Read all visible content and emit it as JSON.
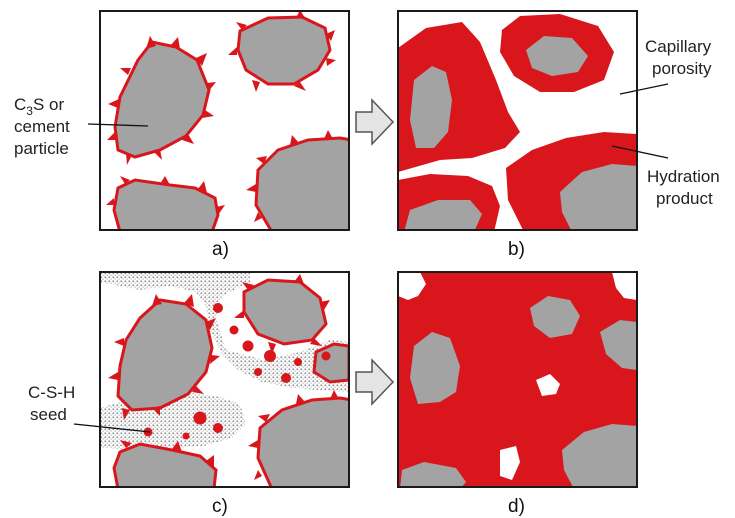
{
  "colors": {
    "particle": "#a3a3a3",
    "hydration": "#d9161c",
    "frame": "#1a1a1a",
    "seed_dots": "#8a8a8a",
    "arrow_fill": "#e4e4e4",
    "arrow_stroke": "#555555"
  },
  "labels": {
    "c3s_line1_main": "C",
    "c3s_line1_sub": "3",
    "c3s_line1_rest": "S or",
    "c3s_line2": "cement",
    "c3s_line3": "particle",
    "capillary_line1": "Capillary",
    "capillary_line2": "porosity",
    "hydration_line1": "Hydration",
    "hydration_line2": "product",
    "csh_line1": "C-S-H",
    "csh_line2": "seed"
  },
  "captions": {
    "a": "a)",
    "b": "b)",
    "c": "c)",
    "d": "d)"
  },
  "panels": [
    {
      "id": "a",
      "description": "cement particles with thin hydration rims"
    },
    {
      "id": "b",
      "description": "particles surrounded by thick hydration product"
    },
    {
      "id": "c",
      "description": "particles with C-S-H seed regions"
    },
    {
      "id": "d",
      "description": "near fully hydrated microstructure"
    }
  ],
  "arrows": [
    "arrow-a-to-b",
    "arrow-c-to-d"
  ]
}
